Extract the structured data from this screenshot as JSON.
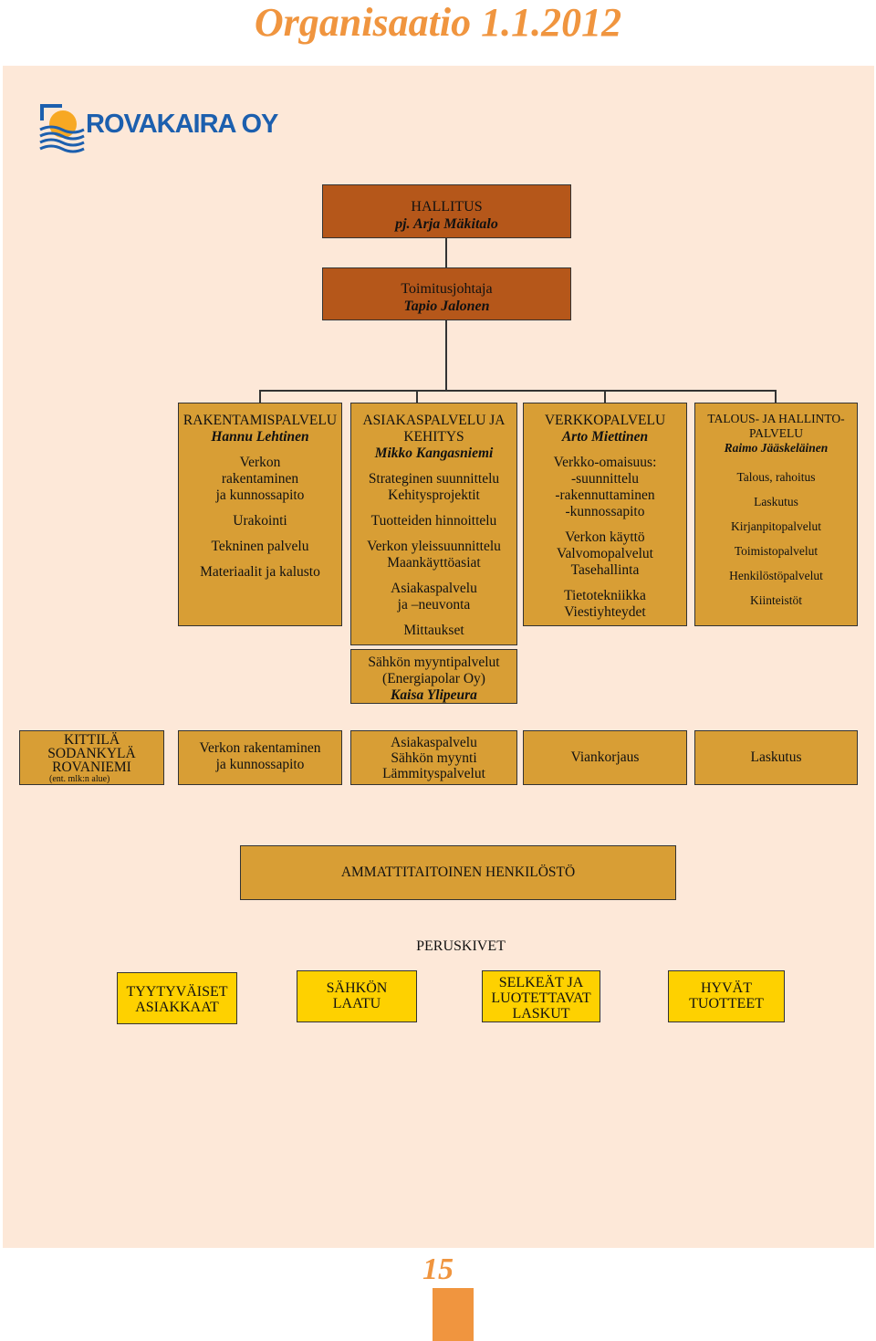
{
  "title": "Organisaatio 1.1.2012",
  "logo": {
    "text": "ROVAKAIRA OY"
  },
  "hallitus": {
    "line1": "HALLITUS",
    "line2": "pj. Arja Mäkitalo"
  },
  "ceo": {
    "line1": "Toimitusjohtaja",
    "line2": "Tapio Jalonen"
  },
  "units": [
    {
      "name": "RAKENTAMISPALVELU",
      "head": "Hannu Lehtinen",
      "groups": [
        [
          "Verkon",
          "rakentaminen",
          "ja kunnossapito"
        ],
        [
          "Urakointi"
        ],
        [
          "Tekninen palvelu"
        ],
        [
          "Materiaalit ja kalusto"
        ]
      ]
    },
    {
      "name1": "ASIAKASPALVELU JA",
      "name2": "KEHITYS",
      "head": "Mikko Kangasniemi",
      "groups": [
        [
          "Strateginen suunnittelu",
          "Kehitysprojektit"
        ],
        [
          "Tuotteiden hinnoittelu"
        ],
        [
          "Verkon yleissuunnittelu",
          "Maankäyttöasiat"
        ],
        [
          "Asiakaspalvelu",
          "ja –neuvonta"
        ],
        [
          "Mittaukset"
        ]
      ]
    },
    {
      "name": "VERKKOPALVELU",
      "head": "Arto Miettinen",
      "groups": [
        [
          "Verkko-omaisuus:",
          "-suunnittelu",
          "-rakennuttaminen",
          "-kunnossapito"
        ],
        [
          "Verkon käyttö",
          "Valvomopalvelut",
          "Tasehallinta"
        ],
        [
          "Tietotekniikka",
          "Viestiyhteydet"
        ]
      ]
    },
    {
      "name1": "TALOUS- JA HALLINTO-",
      "name2": "PALVELU",
      "head": "Raimo Jääskeläinen",
      "items": [
        "Talous, rahoitus",
        "Laskutus",
        "Kirjanpitopalvelut",
        "Toimistopalvelut",
        "Henkilöstöpalvelut",
        "Kiinteistöt"
      ]
    }
  ],
  "subsidiary": {
    "line1": "Sähkön myyntipalvelut",
    "line2": "(Energiapolar Oy)",
    "line3": "Kaisa Ylipeura"
  },
  "regional": [
    {
      "lines": [
        "KITTILÄ",
        "SODANKYLÄ",
        "ROVANIEMI"
      ],
      "note": "(ent. mlk:n alue)"
    },
    {
      "lines": [
        "Verkon rakentaminen",
        "ja kunnossapito"
      ]
    },
    {
      "lines": [
        "Asiakaspalvelu",
        "Sähkön myynti",
        "Lämmityspalvelut"
      ]
    },
    {
      "lines": [
        "Viankorjaus"
      ]
    },
    {
      "lines": [
        "Laskutus"
      ]
    }
  ],
  "staff": "AMMATTITAITOINEN HENKILÖSTÖ",
  "peruskivet": {
    "label": "PERUSKIVET",
    "items": [
      {
        "lines": [
          "TYYTYVÄISET",
          "ASIAKKAAT"
        ]
      },
      {
        "lines": [
          "SÄHKÖN",
          "LAATU"
        ]
      },
      {
        "lines": [
          "SELKEÄT JA",
          "LUOTETTAVAT",
          "LASKUT"
        ]
      },
      {
        "lines": [
          "HYVÄT",
          "TUOTTEET"
        ]
      }
    ]
  },
  "page_number": "15",
  "colors": {
    "accent": "#f0953f",
    "panel": "#fde8d8",
    "rust": "#b5571a",
    "gold": "#d89e35",
    "yellow": "#fed100",
    "logo_blue": "#1c5fae",
    "logo_sun": "#f7a823"
  }
}
